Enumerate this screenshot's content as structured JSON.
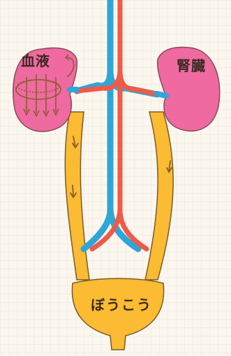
{
  "labels": {
    "blood": "血液",
    "kidney": "腎臓",
    "bladder": "ぼうこう"
  },
  "colors": {
    "background": "#fbf7ef",
    "grid": "#ece4d6",
    "kidney": "#ee6aa0",
    "kidney_outline": "#8a4a55",
    "ureter": "#fbbb32",
    "ureter_outline": "#7a5a2a",
    "artery": "#f05a48",
    "vein": "#2ea6d8",
    "arrow": "#8a5a2a",
    "text": "#3a2a22"
  },
  "icons": [
    "up-arrow",
    "down-arrow",
    "curved-arrow"
  ]
}
